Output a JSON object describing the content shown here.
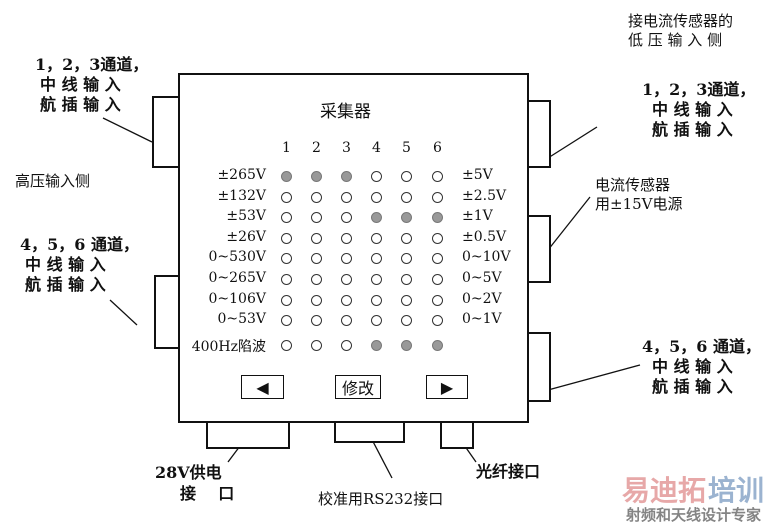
{
  "title": "采集器",
  "columns": [
    "1",
    "2",
    "3",
    "4",
    "5",
    "6"
  ],
  "rows": [
    {
      "left": "±265V",
      "right": "±5V",
      "on": [
        true,
        true,
        true,
        false,
        false,
        false
      ]
    },
    {
      "left": "±132V",
      "right": "±2.5V",
      "on": [
        false,
        false,
        false,
        false,
        false,
        false
      ]
    },
    {
      "left": "±53V",
      "right": "±1V",
      "on": [
        false,
        false,
        false,
        true,
        true,
        true
      ]
    },
    {
      "left": "±26V",
      "right": "±0.5V",
      "on": [
        false,
        false,
        false,
        false,
        false,
        false
      ]
    },
    {
      "left": "0~530V",
      "right": "0~10V",
      "on": [
        false,
        false,
        false,
        false,
        false,
        false
      ]
    },
    {
      "left": "0~265V",
      "right": "0~5V",
      "on": [
        false,
        false,
        false,
        false,
        false,
        false
      ]
    },
    {
      "left": "0~106V",
      "right": "0~2V",
      "on": [
        false,
        false,
        false,
        false,
        false,
        false
      ]
    },
    {
      "left": "0~53V",
      "right": "0~1V",
      "on": [
        false,
        false,
        false,
        false,
        false,
        false
      ]
    },
    {
      "left": "400Hz陷波",
      "right": "",
      "on": [
        false,
        false,
        false,
        true,
        true,
        true
      ]
    }
  ],
  "buttons": {
    "prev": "◀",
    "modify": "修改",
    "next": "▶"
  },
  "labels": {
    "left_top": [
      "1，2，3通道，",
      "中 线 输 入",
      "航 插 输 入"
    ],
    "high_side": "高压输入侧",
    "left_bottom": [
      "4，5，6 通道，",
      "中 线 输 入",
      "航 插 输 入"
    ],
    "low_side": [
      "接电流传感器的",
      "低 压 输 入 侧"
    ],
    "right_top": [
      "1，2，3通道，",
      "中 线 输 入",
      "航 插 输 入"
    ],
    "sensor_power": [
      "电流传感器",
      "用±15V电源"
    ],
    "right_bottom": [
      "4，5，6 通道，",
      "中 线 输 入",
      "航 插 输 入"
    ],
    "power": [
      "28V供电",
      "接    口"
    ],
    "rs232": "校准用RS232接口",
    "fiber": "光纤接口"
  },
  "watermark": {
    "line1a": "易迪拓",
    "line1b": "培训",
    "line2": "射频和天线设计专家"
  }
}
